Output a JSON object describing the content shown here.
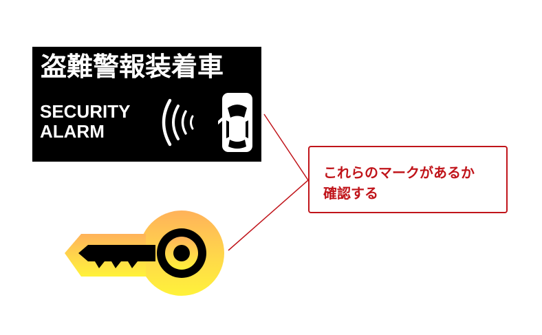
{
  "sticker": {
    "title": "盗難警報装着車",
    "en_line1": "SECURITY",
    "en_line2": "ALARM",
    "background_color": "#000000",
    "text_color": "#ffffff"
  },
  "callout": {
    "line1": "これらのマークがあるか",
    "line2": "確認する",
    "color": "#c0141a"
  },
  "icons": {
    "waves": "signal-waves-icon",
    "car": "car-open-door-icon",
    "key": "key-icon"
  }
}
